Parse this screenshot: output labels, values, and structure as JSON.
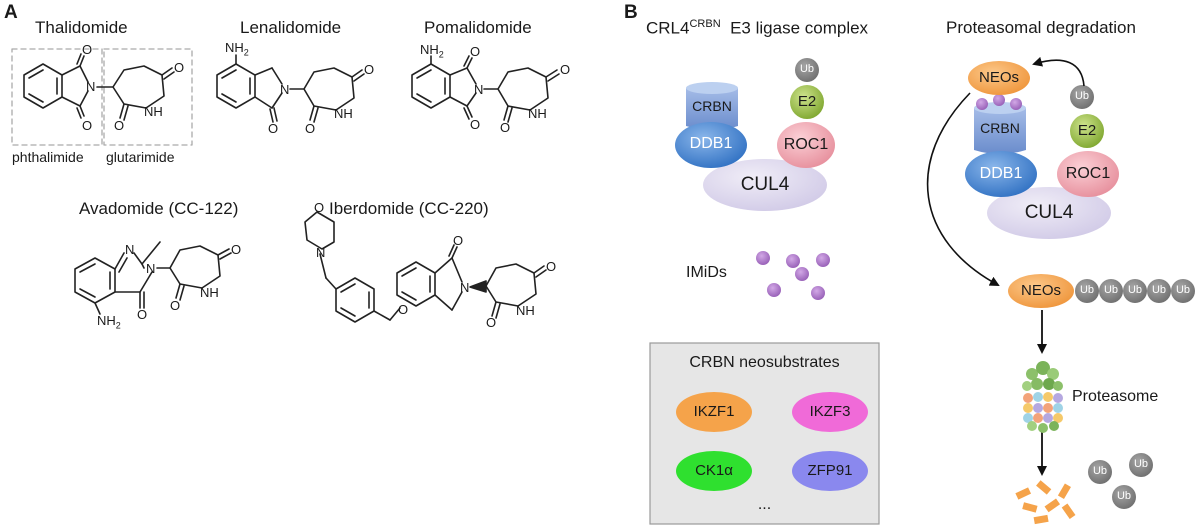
{
  "panel_a": {
    "letter": "A",
    "molecules": {
      "thalidomide": "Thalidomide",
      "lenalidomide": "Lenalidomide",
      "pomalidomide": "Pomalidomide",
      "avadomide": "Avadomide (CC-122)",
      "iberdomide": "Iberdomide (CC-220)"
    },
    "fragments": {
      "left": "phthalimide",
      "right": "glutarimide"
    },
    "atoms": {
      "O": "O",
      "N": "N",
      "NH": "NH",
      "NH2": "NH",
      "NH2_sub": "2"
    }
  },
  "panel_b": {
    "letter": "B",
    "complex_title": {
      "prefix": "CRL4",
      "superscript": "CRBN",
      "suffix": "E3 ligase complex"
    },
    "degradation_title": "Proteasomal degradation",
    "proteins": {
      "crbn": "CRBN",
      "ddb1": "DDB1",
      "roc1": "ROC1",
      "cul4": "CUL4",
      "e2": "E2",
      "ub": "Ub",
      "neos": "NEOs"
    },
    "imids_label": "IMiDs",
    "proteasome_label": "Proteasome",
    "neosubstrates": {
      "title": "CRBN neosubstrates",
      "items": [
        "IKZF1",
        "IKZF3",
        "CK1α",
        "ZFP91"
      ],
      "more": "..."
    },
    "colors": {
      "crbn": "#7f9fd6",
      "ddb1": "#3f80cf",
      "roc1": "#f0a0aa",
      "cul4": "#dcd6ec",
      "e2": "#9cc04a",
      "ub": "#808080",
      "neos": "#f5a34a",
      "imid": "#a672c0",
      "ikzf1": "#f5a34a",
      "ikzf3": "#f06ad8",
      "ck1a": "#2fe02f",
      "zfp91": "#8a88ee",
      "box": "#e6e6e6"
    }
  }
}
